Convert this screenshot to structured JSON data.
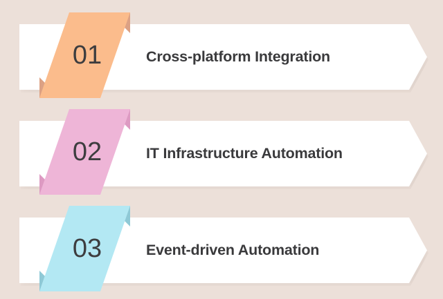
{
  "page": {
    "background_color": "#ece0d9",
    "banner_color": "#ffffff",
    "text_color": "#3a3a3c",
    "number_color": "#3d3d3f"
  },
  "items": [
    {
      "number": "01",
      "title": "Cross-platform Integration",
      "accent_color": "#fbbc8c",
      "fold_color": "#dca184"
    },
    {
      "number": "02",
      "title": "IT Infrastructure Automation",
      "accent_color": "#eeb5d7",
      "fold_color": "#dd9ac2"
    },
    {
      "number": "03",
      "title": "Event-driven Automation",
      "accent_color": "#b3e8f3",
      "fold_color": "#8fc9d6"
    }
  ]
}
